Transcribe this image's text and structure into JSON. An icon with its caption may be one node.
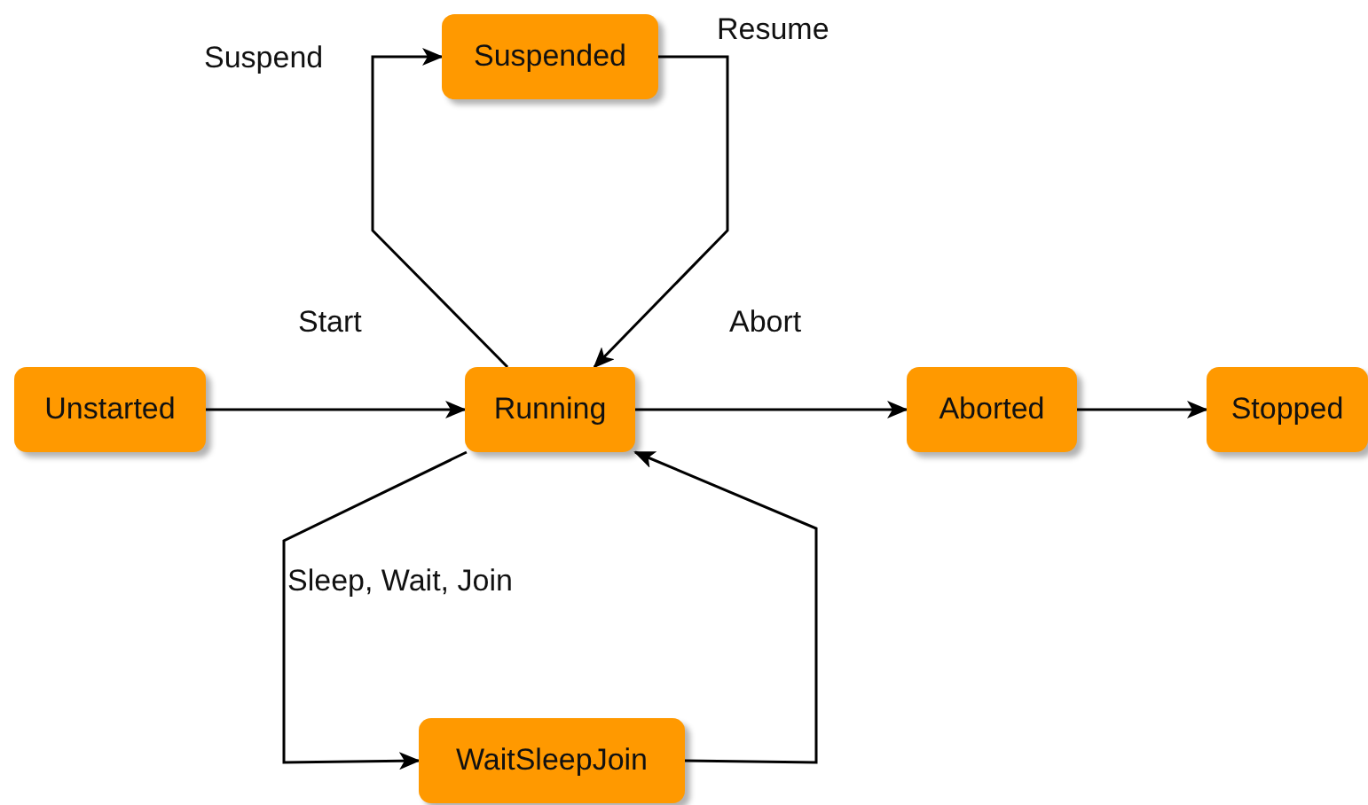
{
  "diagram": {
    "nodes": [
      {
        "text": [
          "Unstarted"
        ]
      },
      {
        "text": [
          "Suspended"
        ]
      },
      {
        "text": [
          "Running"
        ]
      },
      {
        "text": [
          "Aborted"
        ]
      },
      {
        "text": [
          "Stopped"
        ]
      },
      {
        "text": [
          "WaitSleepJoin"
        ]
      }
    ],
    "edges": [
      {
        "from": 0,
        "to": 2,
        "arrow": "to",
        "label": "Start"
      },
      {
        "from": 2,
        "to": 1,
        "arrow": "to",
        "label": "Suspend"
      },
      {
        "from": 1,
        "to": 2,
        "arrow": "to",
        "label": "Resume"
      },
      {
        "from": 2,
        "to": 3,
        "arrow": "to",
        "label": "Abort"
      },
      {
        "from": 3,
        "to": 4,
        "arrow": "to"
      },
      {
        "from": 2,
        "to": 5,
        "arrow": "to",
        "label": "Sleep, Wait, Join"
      },
      {
        "from": 5,
        "to": 2,
        "arrow": "to"
      }
    ]
  }
}
